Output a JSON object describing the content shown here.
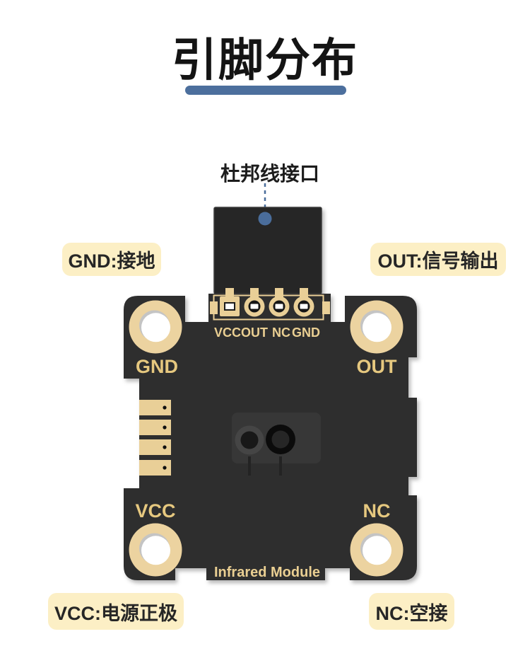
{
  "page": {
    "title": "引脚分布"
  },
  "callouts": {
    "connector": {
      "text": "杜邦线接口"
    },
    "gnd": {
      "text": "GND:接地"
    },
    "out": {
      "text": "OUT:信号输出"
    },
    "vcc": {
      "text": "VCC:电源正极"
    },
    "nc": {
      "text": "NC:空接"
    }
  },
  "board": {
    "corner_silkscreen": {
      "top_left": "GND",
      "top_right": "OUT",
      "bottom_left": "VCC",
      "bottom_right": "NC"
    },
    "pin_row_labels": [
      "VCC",
      "OUT",
      "NC",
      "GND"
    ],
    "module_name": "Infrared Module"
  },
  "colors": {
    "accent_blue": "#4c6f9d",
    "callout_bg": "#fcefc5",
    "board_dark": "#2e2d2f",
    "pad_gold": "#e9cf97",
    "silkscreen_gold": "#e6c87f"
  }
}
